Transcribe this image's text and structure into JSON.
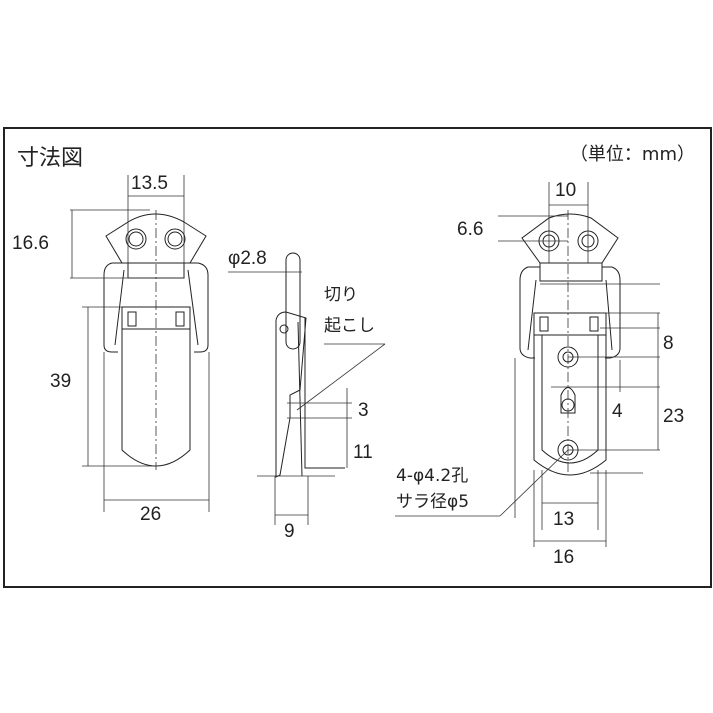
{
  "title": "寸法図",
  "unit_label": "（単位：mm）",
  "views": {
    "front": {
      "dims": {
        "width_top": "13.5",
        "height_top": "16.6",
        "height_body": "39",
        "width_body": "26"
      }
    },
    "side": {
      "dims": {
        "wire_dia": "φ2.8",
        "tab": "3",
        "tab_height": "11",
        "depth": "9"
      },
      "note_line1": "切り",
      "note_line2": "起こし"
    },
    "rear": {
      "dims": {
        "hole_pitch_top": "10",
        "hole_offset_top": "6.6",
        "a": "8",
        "b": "4",
        "c": "23",
        "inner_width": "13",
        "outer_width": "16"
      },
      "hole_note_line1": "4-φ4.2孔",
      "hole_note_line2": "サラ径φ5"
    }
  },
  "colors": {
    "line": "#222222",
    "background": "#ffffff"
  }
}
